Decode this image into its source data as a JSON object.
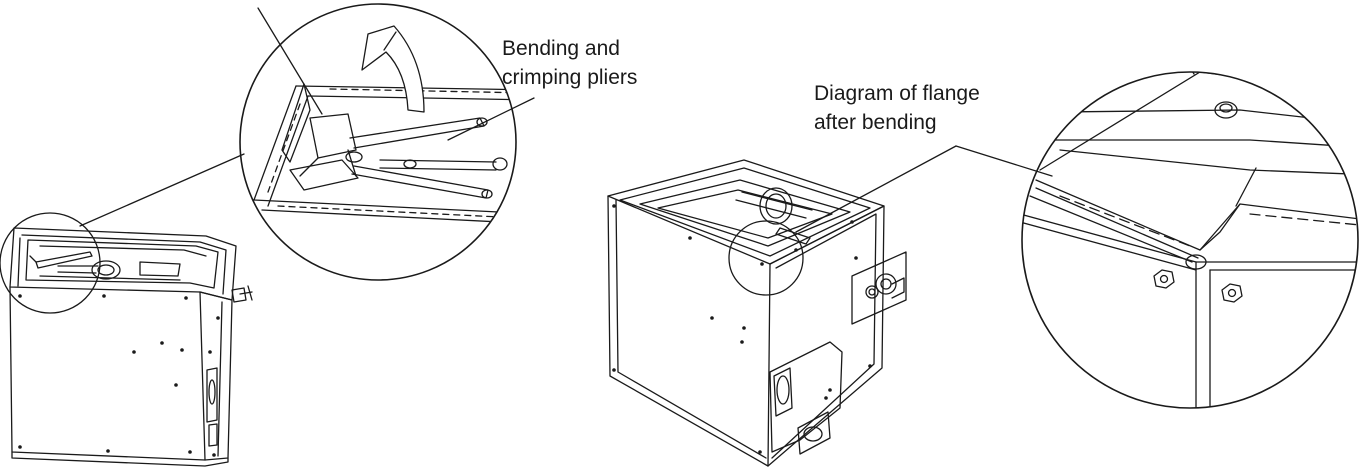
{
  "callouts": {
    "pliers": {
      "line1": "Bending and",
      "line2": "crimping pliers"
    },
    "flange": {
      "line1": "Diagram of flange",
      "line2": "after bending"
    }
  },
  "colors": {
    "line": "#1a1a1a",
    "background": "#ffffff"
  }
}
